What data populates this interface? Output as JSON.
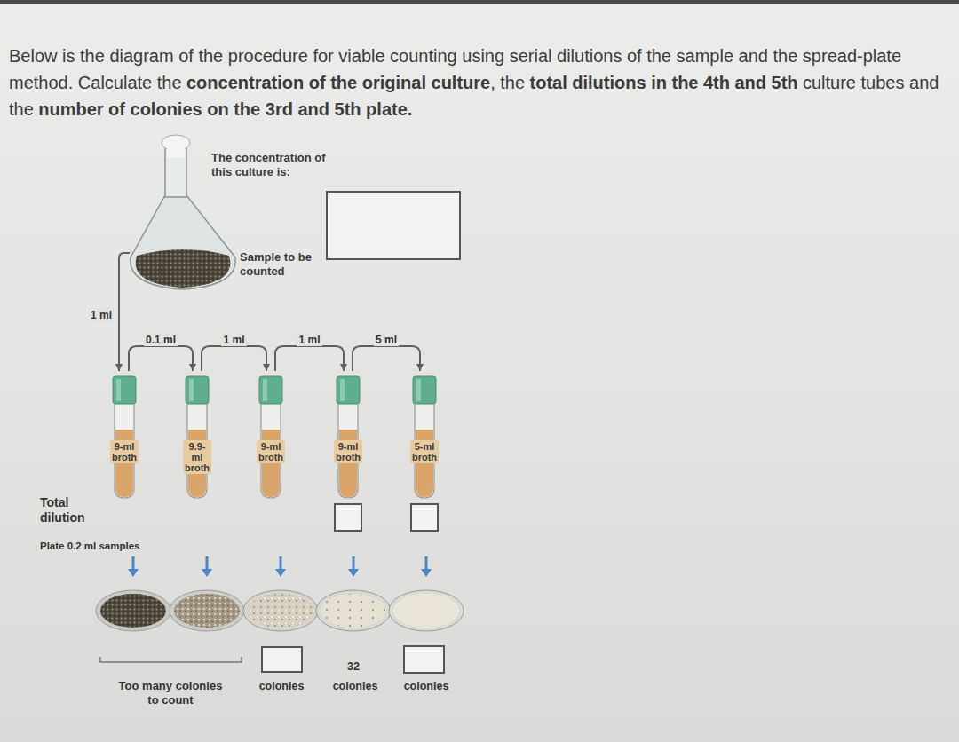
{
  "diagram": {
    "nodes": [
      {
        "text": [
          "The concentration of this culture is:",
          "Sample to be counted"
        ]
      },
      {
        "text": [
          "9-ml broth"
        ]
      },
      {
        "text": [
          "9.9-ml broth"
        ]
      },
      {
        "text": [
          "9-ml broth"
        ]
      },
      {
        "text": [
          "9-ml broth"
        ]
      },
      {
        "text": [
          "5-ml broth"
        ]
      }
    ],
    "edges": [
      {
        "from": 0,
        "to": 1,
        "arrow": "to",
        "label": "1 ml"
      },
      {
        "from": 1,
        "to": 2,
        "arrow": "to",
        "label": "0.1 ml"
      },
      {
        "from": 2,
        "to": 3,
        "arrow": "to",
        "label": "1 ml"
      },
      {
        "from": 3,
        "to": 4,
        "arrow": "to",
        "label": "1 ml"
      },
      {
        "from": 4,
        "to": 5,
        "arrow": "to",
        "label": "5 ml"
      }
    ],
    "labels": [
      "Below is the diagram of the procedure for viable counting using serial dilutions of the sample and the spread-plate method. Calculate the",
      "concentration of the original culture",
      ", the",
      "total dilutions in the",
      "4th and 5th",
      "culture tubes and the",
      "number of colonies on the 3rd and 5th plate.",
      "Total dilution",
      "Plate 0.2 ml samples",
      "Too many colonies to count",
      "colonies",
      "32",
      "colonies",
      "colonies"
    ]
  }
}
